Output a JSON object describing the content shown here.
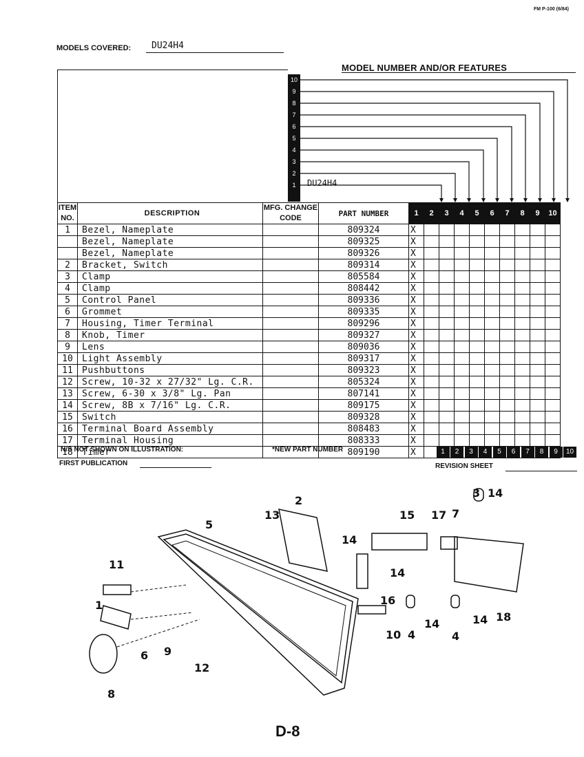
{
  "form_number": "FM P-100 (6/84)",
  "models_covered": {
    "label": "MODELS COVERED:",
    "value": "DU24H4"
  },
  "model_features_label": "MODEL NUMBER AND/OR FEATURES",
  "revision_numbers": [
    "10",
    "9",
    "8",
    "7",
    "6",
    "5",
    "4",
    "3",
    "2",
    "1"
  ],
  "model_column_1": "DU24H4",
  "table": {
    "headers": {
      "item_no": "ITEM NO.",
      "description": "DESCRIPTION",
      "mfg_change_code": "MFG. CHANGE CODE",
      "part_number": "PART NUMBER",
      "columns": [
        "1",
        "2",
        "3",
        "4",
        "5",
        "6",
        "7",
        "8",
        "9",
        "10"
      ]
    },
    "rows": [
      {
        "item": "1",
        "desc": "Bezel, Nameplate",
        "part": "809324",
        "x": "X"
      },
      {
        "item": "",
        "desc": "Bezel, Nameplate",
        "part": "809325",
        "x": "X"
      },
      {
        "item": "",
        "desc": "Bezel, Nameplate",
        "part": "809326",
        "x": "X"
      },
      {
        "item": "2",
        "desc": "Bracket, Switch",
        "part": "809314",
        "x": "X"
      },
      {
        "item": "3",
        "desc": "Clamp",
        "part": "805584",
        "x": "X"
      },
      {
        "item": "4",
        "desc": "Clamp",
        "part": "808442",
        "x": "X"
      },
      {
        "item": "5",
        "desc": "Control Panel",
        "part": "809336",
        "x": "X"
      },
      {
        "item": "6",
        "desc": "Grommet",
        "part": "809335",
        "x": "X"
      },
      {
        "item": "7",
        "desc": "Housing, Timer Terminal",
        "part": "809296",
        "x": "X"
      },
      {
        "item": "8",
        "desc": "Knob, Timer",
        "part": "809327",
        "x": "X"
      },
      {
        "item": "9",
        "desc": "Lens",
        "part": "809036",
        "x": "X"
      },
      {
        "item": "10",
        "desc": "Light Assembly",
        "part": "809317",
        "x": "X"
      },
      {
        "item": "11",
        "desc": "Pushbuttons",
        "part": "809323",
        "x": "X"
      },
      {
        "item": "12",
        "desc": "Screw, 10-32 x 27/32\" Lg. C.R.",
        "part": "805324",
        "x": "X"
      },
      {
        "item": "13",
        "desc": "Screw, 6-30 x 3/8\" Lg. Pan",
        "part": "807141",
        "x": "X"
      },
      {
        "item": "14",
        "desc": "Screw, 8B x 7/16\" Lg. C.R.",
        "part": "809175",
        "x": "X"
      },
      {
        "item": "15",
        "desc": "Switch",
        "part": "809328",
        "x": "X"
      },
      {
        "item": "16",
        "desc": "Terminal Board Assembly",
        "part": "808483",
        "x": "X"
      },
      {
        "item": "17",
        "desc": "Terminal Housing",
        "part": "808333",
        "x": "X"
      },
      {
        "item": "18",
        "desc": "Timer",
        "part": "809190",
        "x": "X"
      }
    ]
  },
  "footer": {
    "not_shown": "N/S NOT SHOWN ON ILLUSTRATION:",
    "new_part": "*NEW PART NUMBER",
    "columns": [
      "1",
      "2",
      "3",
      "4",
      "5",
      "6",
      "7",
      "8",
      "9",
      "10"
    ],
    "first_publication": "FIRST PUBLICATION",
    "revision_sheet": "REVISION SHEET"
  },
  "illustration_callouts": [
    "1",
    "2",
    "3",
    "4",
    "4",
    "5",
    "6",
    "7",
    "8",
    "9",
    "10",
    "11",
    "12",
    "13",
    "14",
    "14",
    "14",
    "14",
    "14",
    "15",
    "16",
    "17",
    "18"
  ],
  "page_label": "D-8"
}
